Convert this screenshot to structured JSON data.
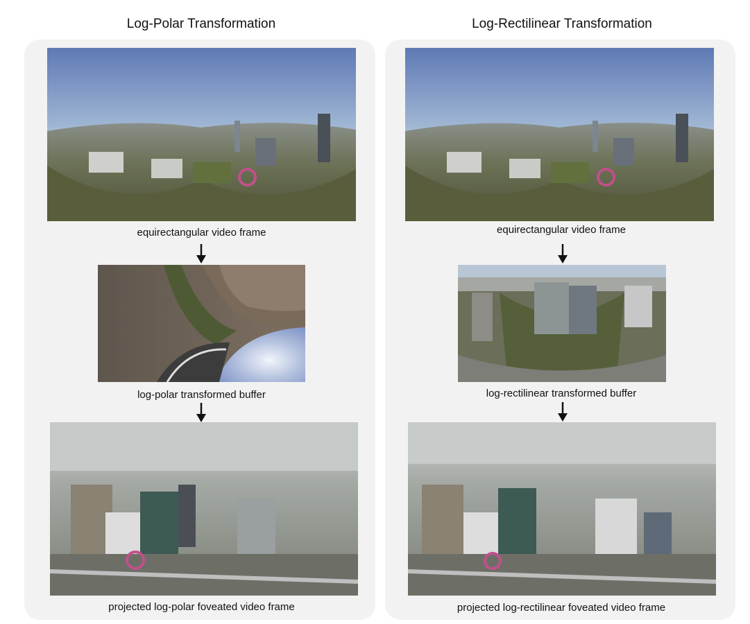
{
  "left": {
    "title": "Log-Polar Transformation",
    "caption_equirect": "equirectangular video frame",
    "caption_buffer": "log-polar transformed buffer",
    "caption_projected": "projected log-polar foveated video frame"
  },
  "right": {
    "title": "Log-Rectilinear Transformation",
    "caption_equirect": "equirectangular video frame",
    "caption_buffer": "log-rectilinear transformed buffer",
    "caption_projected": "projected log-rectilinear foveated video frame"
  },
  "colors": {
    "panel_bg": "#f2f2f2",
    "fovea_ring": "#c0508a",
    "arrow": "#111111"
  }
}
